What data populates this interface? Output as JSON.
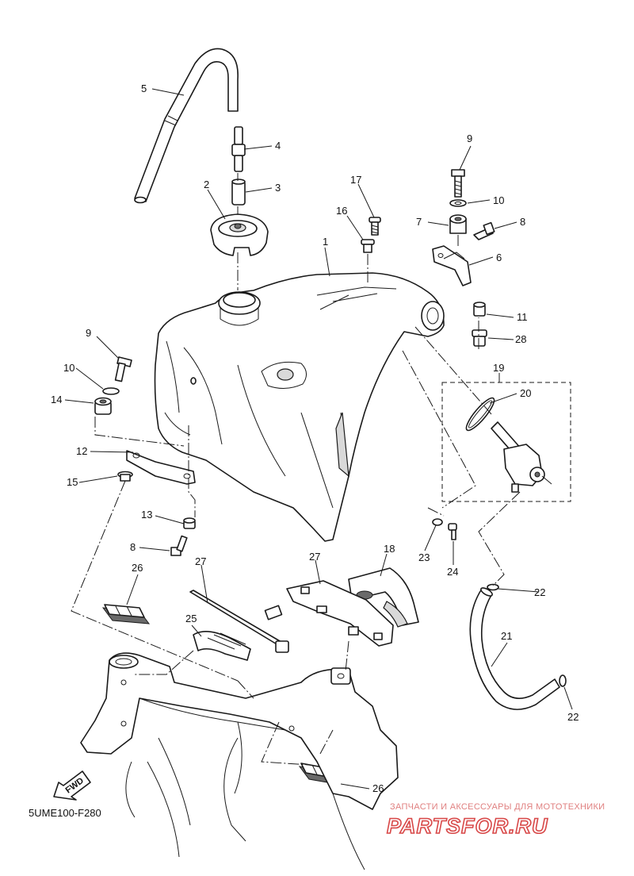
{
  "diagram_code": "5UME100-F280",
  "fwd_label": "FWD",
  "watermark": {
    "tagline": "ЗАПЧАСТИ И АКСЕССУАРЫ ДЛЯ МОТОТЕХНИКИ",
    "brand": "PARTSFOR.RU"
  },
  "callouts": [
    {
      "id": "c5",
      "text": "5"
    },
    {
      "id": "c4",
      "text": "4"
    },
    {
      "id": "c3",
      "text": "3"
    },
    {
      "id": "c2",
      "text": "2"
    },
    {
      "id": "c1",
      "text": "1"
    },
    {
      "id": "c17",
      "text": "17"
    },
    {
      "id": "c16",
      "text": "16"
    },
    {
      "id": "c9a",
      "text": "9"
    },
    {
      "id": "c10a",
      "text": "10"
    },
    {
      "id": "c7",
      "text": "7"
    },
    {
      "id": "c8a",
      "text": "8"
    },
    {
      "id": "c6",
      "text": "6"
    },
    {
      "id": "c11",
      "text": "11"
    },
    {
      "id": "c28",
      "text": "28"
    },
    {
      "id": "c9b",
      "text": "9"
    },
    {
      "id": "c10b",
      "text": "10"
    },
    {
      "id": "c14",
      "text": "14"
    },
    {
      "id": "c19",
      "text": "19"
    },
    {
      "id": "c20",
      "text": "20"
    },
    {
      "id": "c12",
      "text": "12"
    },
    {
      "id": "c15",
      "text": "15"
    },
    {
      "id": "c13",
      "text": "13"
    },
    {
      "id": "c8b",
      "text": "8"
    },
    {
      "id": "c23",
      "text": "23"
    },
    {
      "id": "c24",
      "text": "24"
    },
    {
      "id": "c27a",
      "text": "27"
    },
    {
      "id": "c18",
      "text": "18"
    },
    {
      "id": "c26a",
      "text": "26"
    },
    {
      "id": "c27b",
      "text": "27"
    },
    {
      "id": "c25",
      "text": "25"
    },
    {
      "id": "c22a",
      "text": "22"
    },
    {
      "id": "c21",
      "text": "21"
    },
    {
      "id": "c22b",
      "text": "22"
    },
    {
      "id": "c26b",
      "text": "26"
    }
  ]
}
